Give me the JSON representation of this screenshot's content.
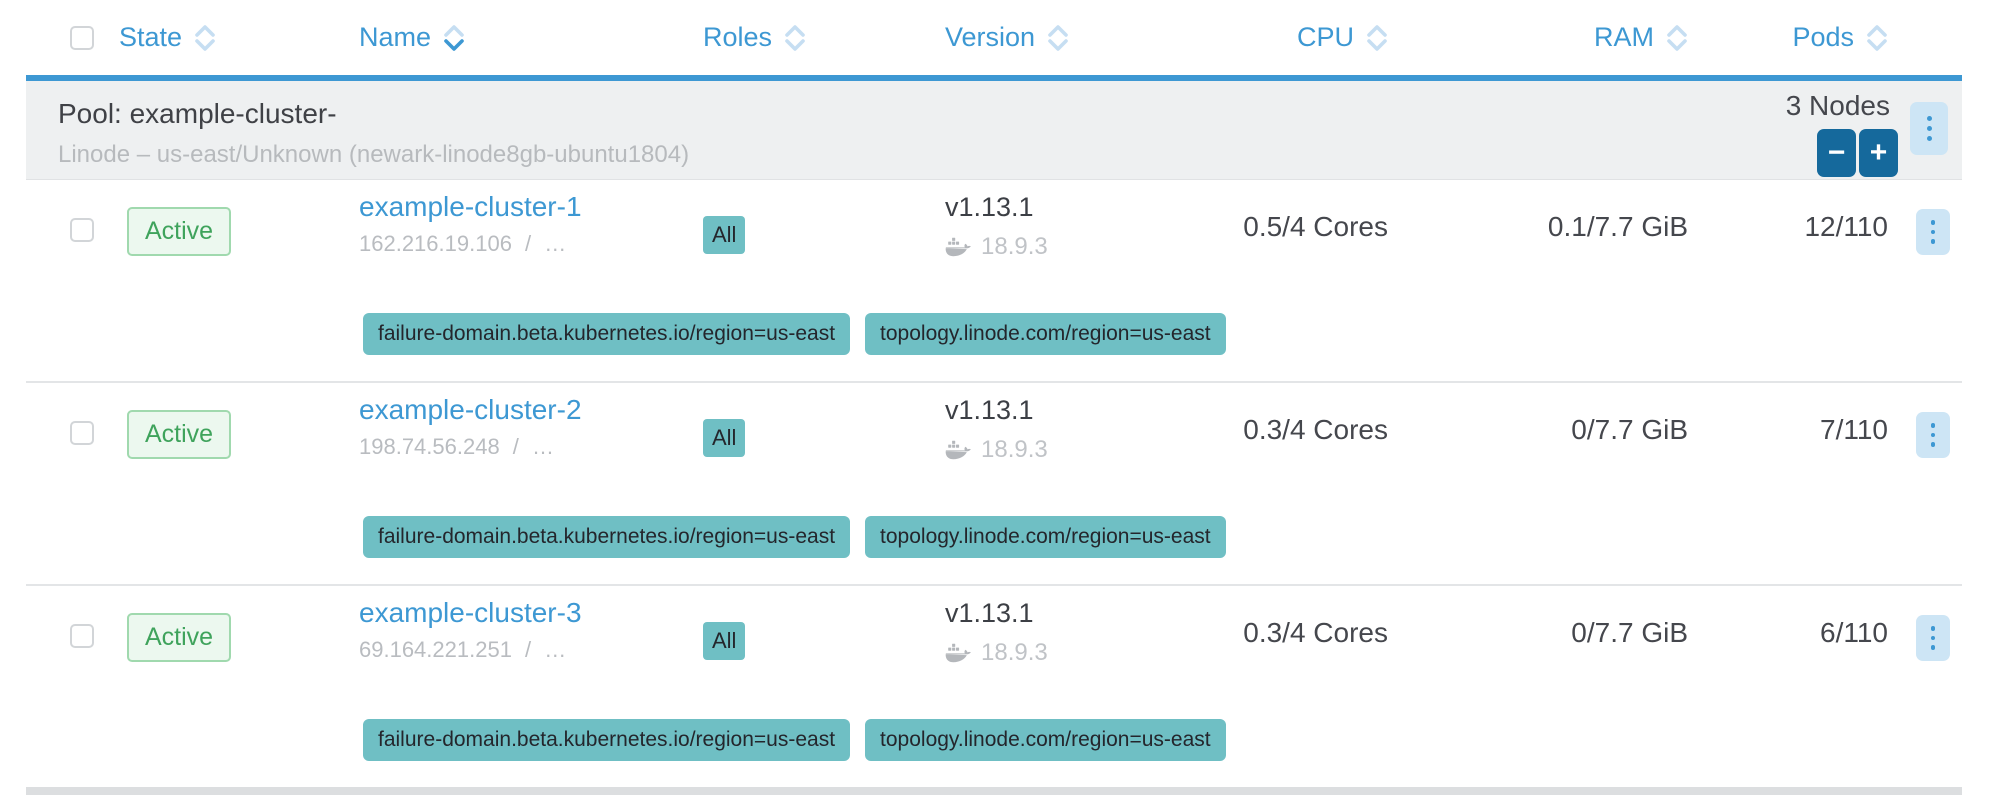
{
  "colors": {
    "accent_blue": "#3d98d3",
    "inactive_sort": "#c6def2",
    "teal_badge": "#6fbfc4",
    "green_state": "#3fa35c",
    "green_state_bg": "#ecf8ef",
    "scale_button_blue": "#15699c",
    "kebab_bg": "#cde5f5",
    "pool_row_bg": "#eef0f1",
    "muted_text": "#b9bcc0",
    "dark_text": "#45474d"
  },
  "icons": {
    "minus": "−",
    "plus": "+"
  },
  "table": {
    "columns": [
      {
        "label": "State",
        "sort": "none"
      },
      {
        "label": "Name",
        "sort": "desc"
      },
      {
        "label": "Roles",
        "sort": "none"
      },
      {
        "label": "Version",
        "sort": "none"
      },
      {
        "label": "CPU",
        "sort": "none"
      },
      {
        "label": "RAM",
        "sort": "none"
      },
      {
        "label": "Pods",
        "sort": "none"
      }
    ],
    "pool": {
      "title": "Pool: example-cluster-",
      "subtitle": "Linode – us-east/Unknown (newark-linode8gb-ubuntu1804)",
      "node_count": "3 Nodes"
    },
    "rows": [
      {
        "state": "Active",
        "name": "example-cluster-1",
        "address": "162.216.19.106 / …",
        "roles": "All",
        "version": "v1.13.1",
        "docker_version": "18.9.3",
        "cpu": "0.5/4 Cores",
        "ram": "0.1/7.7 GiB",
        "pods": "12/110",
        "labels": [
          "failure-domain.beta.kubernetes.io/region=us-east",
          "topology.linode.com/region=us-east"
        ]
      },
      {
        "state": "Active",
        "name": "example-cluster-2",
        "address": "198.74.56.248 / …",
        "roles": "All",
        "version": "v1.13.1",
        "docker_version": "18.9.3",
        "cpu": "0.3/4 Cores",
        "ram": "0/7.7 GiB",
        "pods": "7/110",
        "labels": [
          "failure-domain.beta.kubernetes.io/region=us-east",
          "topology.linode.com/region=us-east"
        ]
      },
      {
        "state": "Active",
        "name": "example-cluster-3",
        "address": "69.164.221.251 / …",
        "roles": "All",
        "version": "v1.13.1",
        "docker_version": "18.9.3",
        "cpu": "0.3/4 Cores",
        "ram": "0/7.7 GiB",
        "pods": "6/110",
        "labels": [
          "failure-domain.beta.kubernetes.io/region=us-east",
          "topology.linode.com/region=us-east"
        ]
      }
    ]
  }
}
